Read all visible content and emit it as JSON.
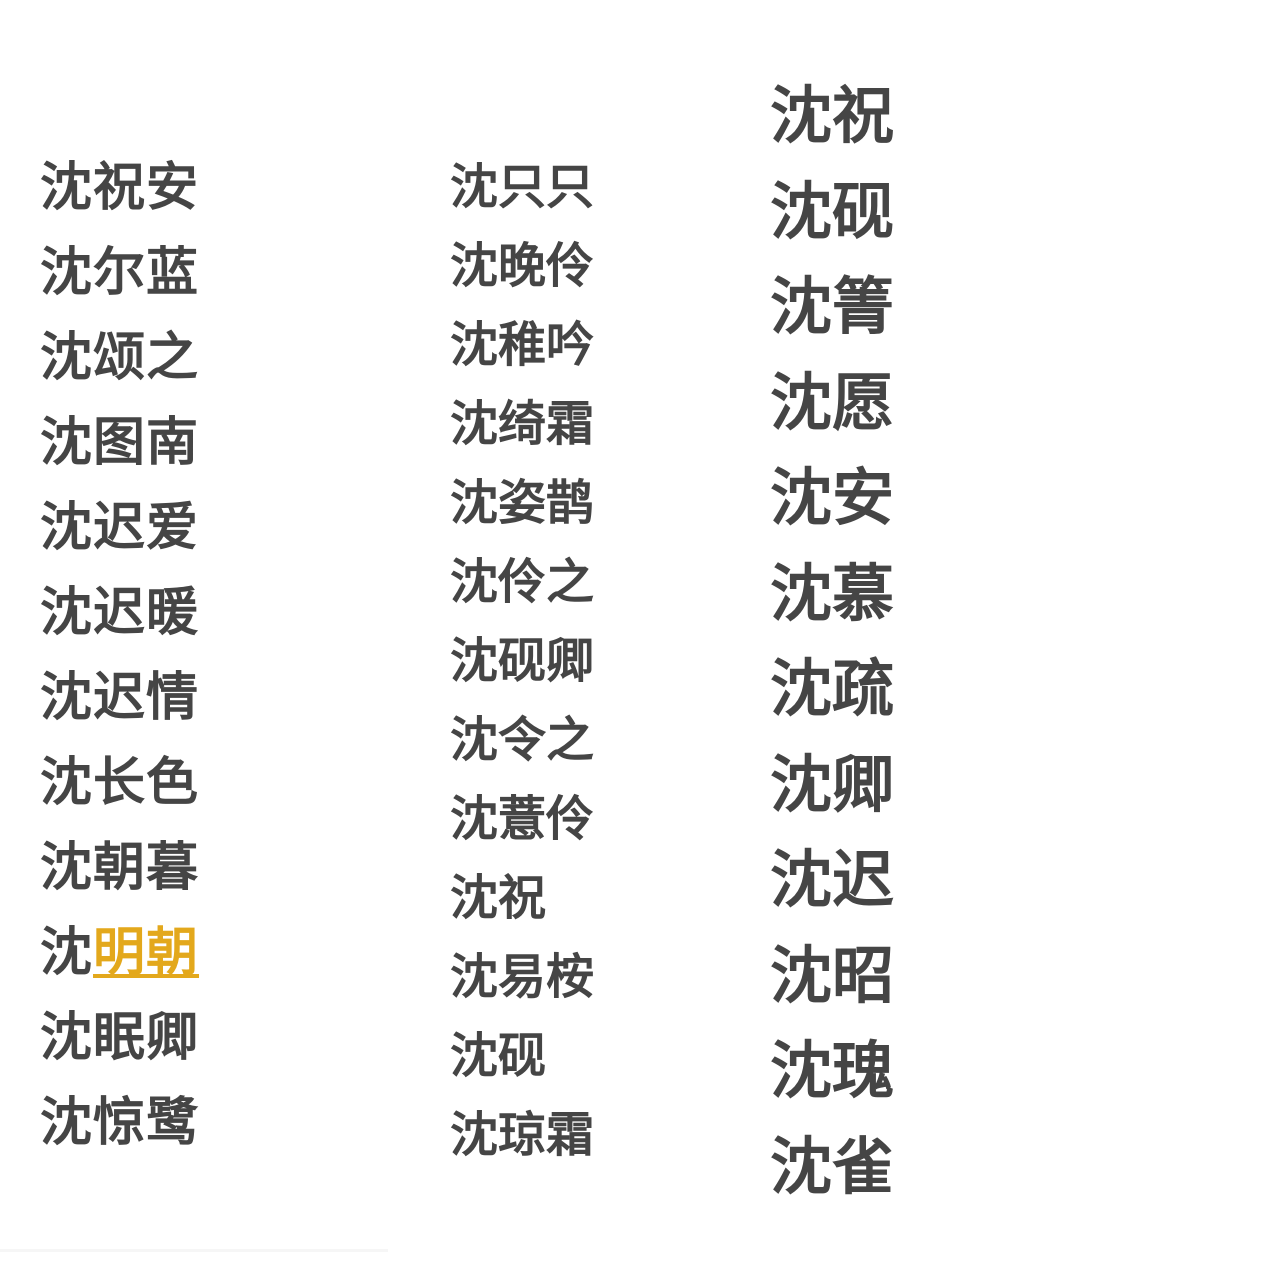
{
  "surname": "沈",
  "columns": [
    {
      "items": [
        {
          "given": "祝安"
        },
        {
          "given": "尔蓝"
        },
        {
          "given": "颂之"
        },
        {
          "given": "图南"
        },
        {
          "given": "迟爱"
        },
        {
          "given": "迟暖"
        },
        {
          "given": "迟情"
        },
        {
          "given": "长色"
        },
        {
          "given": "朝暮"
        },
        {
          "given": "明朝",
          "highlighted": true
        },
        {
          "given": "眠卿"
        },
        {
          "given": "惊鹭"
        }
      ]
    },
    {
      "items": [
        {
          "given": "只只"
        },
        {
          "given": "晚伶"
        },
        {
          "given": "稚吟"
        },
        {
          "given": "绮霜"
        },
        {
          "given": "姿鹊"
        },
        {
          "given": "伶之"
        },
        {
          "given": "砚卿"
        },
        {
          "given": "令之"
        },
        {
          "given": "薏伶"
        },
        {
          "given": "祝"
        },
        {
          "given": "易桉"
        },
        {
          "given": "砚"
        },
        {
          "given": "琼霜"
        }
      ]
    },
    {
      "items": [
        {
          "given": "祝"
        },
        {
          "given": "砚"
        },
        {
          "given": "箐"
        },
        {
          "given": "愿"
        },
        {
          "given": "安"
        },
        {
          "given": "慕"
        },
        {
          "given": "疏"
        },
        {
          "given": "卿"
        },
        {
          "given": "迟"
        },
        {
          "given": "昭"
        },
        {
          "given": "瑰"
        },
        {
          "given": "雀"
        }
      ]
    }
  ],
  "colors": {
    "text": "#454545",
    "highlight": "#e3a81c",
    "background": "#ffffff"
  }
}
